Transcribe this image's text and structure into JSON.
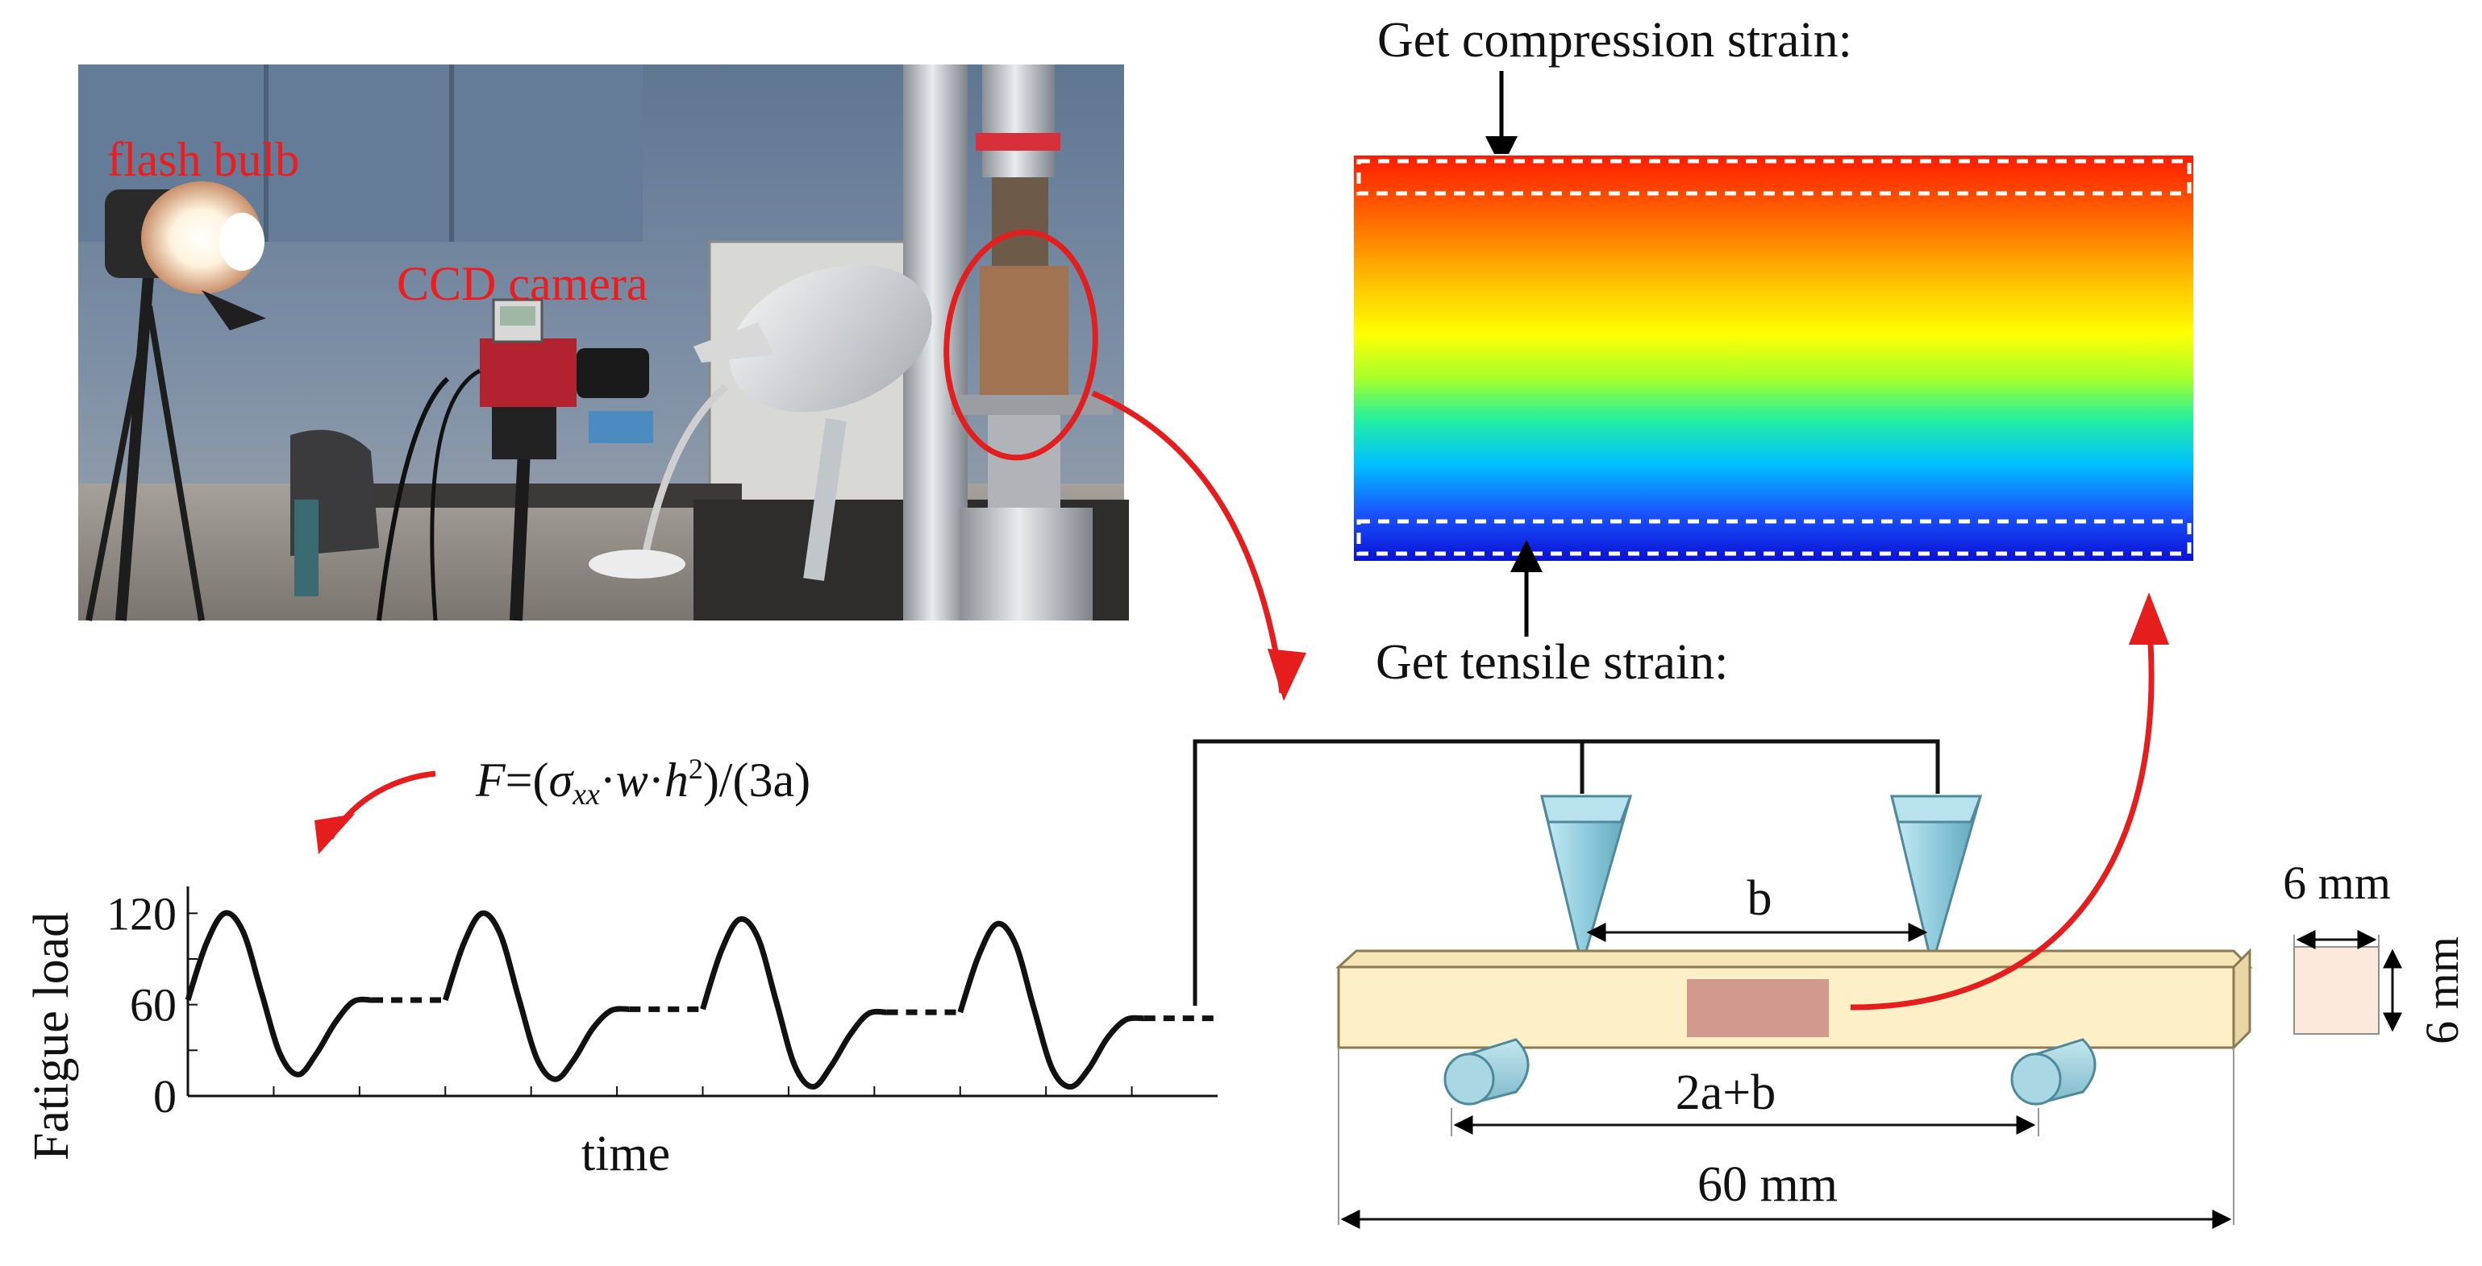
{
  "photo": {
    "labels": {
      "flash_bulb": "flash bulb",
      "ccd_camera": "CCD camera"
    },
    "colors": {
      "label": "#ee1c1c",
      "highlight_ring": "#e11f1f"
    }
  },
  "strain_map": {
    "top_label": "Get compression strain:",
    "bottom_label": "Get tensile strain:",
    "colormap": [
      "#ff1a00",
      "#ff7a00",
      "#ffd200",
      "#ffff00",
      "#a6ff2a",
      "#23f0a0",
      "#00b4ff",
      "#1640ff",
      "#0a10d2"
    ]
  },
  "formula": {
    "F": "F",
    "eq": "=(",
    "sigma": "σ",
    "sub": "xx",
    "mid1": "·",
    "w": "w",
    "mid2": "·",
    "h": "h",
    "sup": "2",
    "tail": ")/(3a)"
  },
  "fatigue_chart": {
    "ylabel": "Fatigue load",
    "xlabel": "time",
    "y_ticks": [
      "120",
      "60",
      "0"
    ]
  },
  "chart_data": {
    "type": "line",
    "xlabel": "time",
    "ylabel": "Fatigue load",
    "ylim": [
      0,
      135
    ],
    "yticks": [
      0,
      60,
      120
    ],
    "series": [
      {
        "segments": [
          {
            "style": "solid",
            "x": [
              0,
              1,
              2,
              3,
              4,
              5,
              6,
              7,
              8,
              9,
              10
            ],
            "y": [
              63,
              100,
              120,
              108,
              68,
              28,
              14,
              28,
              48,
              62,
              63
            ]
          },
          {
            "style": "dashed",
            "x": [
              10,
              14
            ],
            "y": [
              63,
              63
            ]
          },
          {
            "style": "solid",
            "x": [
              14,
              15,
              16,
              17,
              18,
              19,
              20,
              21,
              22,
              23,
              24
            ],
            "y": [
              63,
              100,
              120,
              106,
              64,
              24,
              11,
              24,
              44,
              56,
              57
            ]
          },
          {
            "style": "dashed",
            "x": [
              24,
              28
            ],
            "y": [
              57,
              57
            ]
          },
          {
            "style": "solid",
            "x": [
              28,
              29,
              30,
              31,
              32,
              33,
              34,
              35,
              36,
              37,
              38
            ],
            "y": [
              57,
              95,
              116,
              104,
              62,
              20,
              6,
              20,
              40,
              54,
              55
            ]
          },
          {
            "style": "dashed",
            "x": [
              38,
              42
            ],
            "y": [
              55,
              55
            ]
          },
          {
            "style": "solid",
            "x": [
              42,
              43,
              44,
              45,
              46,
              47,
              48,
              49,
              50,
              51,
              52
            ],
            "y": [
              55,
              92,
              113,
              100,
              58,
              18,
              6,
              18,
              38,
              50,
              51
            ]
          },
          {
            "style": "dashed",
            "x": [
              52,
              56
            ],
            "y": [
              51,
              51
            ]
          }
        ]
      }
    ]
  },
  "beam": {
    "span_label": "b",
    "support_label": "2a+b",
    "length_label": "60 mm",
    "width_label": "6 mm",
    "height_label": "6 mm",
    "colors": {
      "beam": "#fdf0c6",
      "patch": "#d29a8e",
      "roller": "#9fd1de",
      "section": "#fde8dd"
    }
  }
}
